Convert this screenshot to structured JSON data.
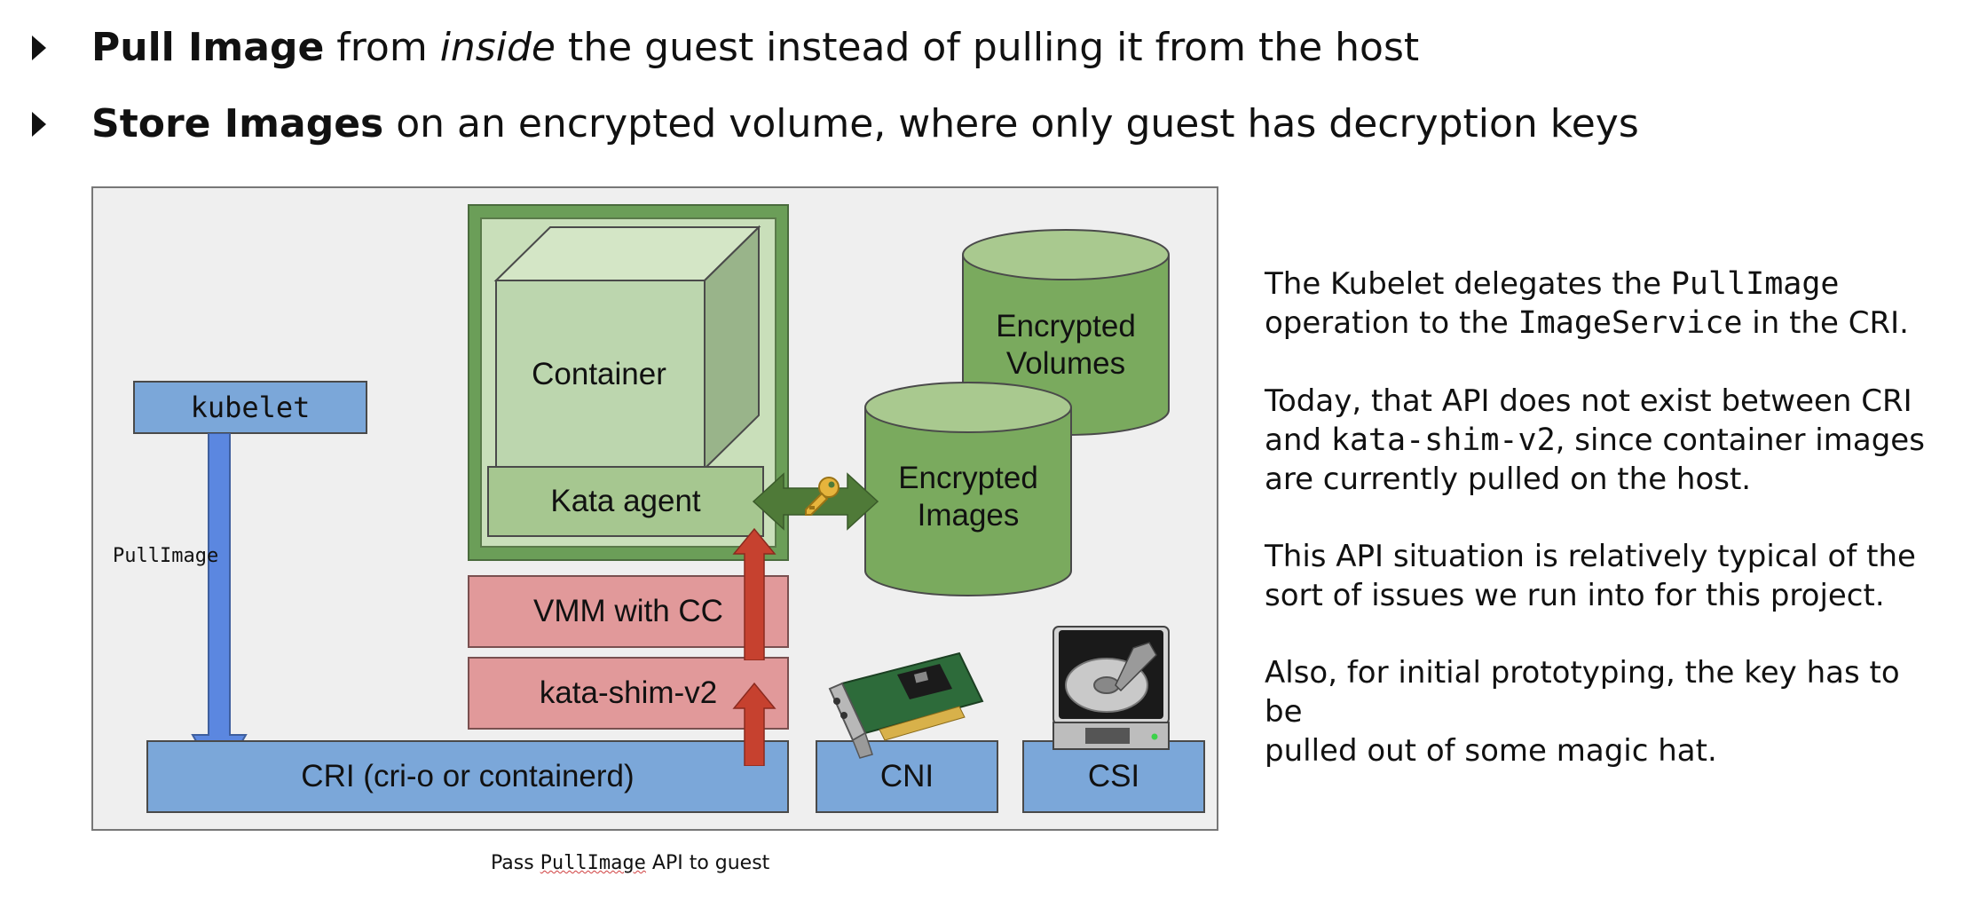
{
  "bullets": [
    {
      "bold": "Pull Image",
      "pre": " from ",
      "italic": "inside",
      "post": " the guest instead of pulling it from the host"
    },
    {
      "bold": "Store Images",
      "pre": " on an encrypted volume, where only guest has decryption keys",
      "italic": "",
      "post": ""
    }
  ],
  "diagram": {
    "kubelet": "kubelet",
    "pull_image_label": "PullImage",
    "container": "Container",
    "kata_agent": "Kata agent",
    "vmm": "VMM with CC",
    "shim": "kata-shim-v2",
    "cri": "CRI (cri-o or containerd)",
    "cni": "CNI",
    "csi": "CSI",
    "enc_volumes_l1": "Encrypted",
    "enc_volumes_l2": "Volumes",
    "enc_images_l1": "Encrypted",
    "enc_images_l2": "Images",
    "key_icon": "key-icon",
    "nic_icon": "network-card-icon",
    "hdd_icon": "hard-drive-icon"
  },
  "description": {
    "p1_a": "The Kubelet delegates the ",
    "p1_code1": "PullImage",
    "p1_b": "operation to the ",
    "p1_code2": "ImageService",
    "p1_c": " in the CRI.",
    "p2_a": "Today,  that API does not exist between CRI",
    "p2_b": "and ",
    "p2_code": "kata-shim-v2",
    "p2_c": ", since container images",
    "p2_d": "are currently pulled on the host.",
    "p3_a": "This API situation is relatively typical of the",
    "p3_b": "sort of issues we run into for this project.",
    "p4_a": "Also, for initial prototyping,  the key has to be",
    "p4_b": "pulled out of some magic hat."
  },
  "caption": {
    "pre": "Pass ",
    "code": "PullImage",
    "post": " API to guest"
  },
  "colors": {
    "blue": "#7ba7d9",
    "pink": "#e1999a",
    "green_dark": "#6b9e58",
    "green_light": "#c9dfba",
    "arrow_red": "#c6412f",
    "arrow_blue": "#5b87e0"
  }
}
